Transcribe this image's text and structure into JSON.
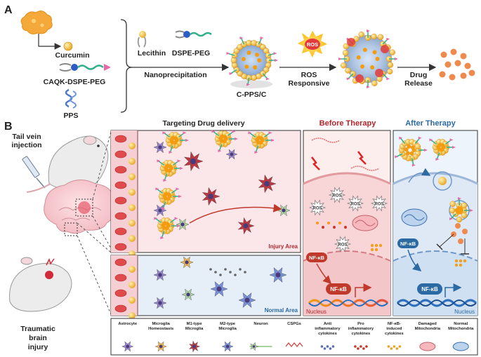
{
  "panel_a": {
    "letter": "A",
    "curcumin": "Curcumin",
    "caqk": "CAQK-DSPE-PEG",
    "pps": "PPS",
    "lecithin": "Lecithin",
    "dspe_peg": "DSPE-PEG",
    "nanoprecip": "Nanoprecipitation",
    "cpps": "C-PPS/C",
    "ros_badge": "ROS",
    "ros_responsive_1": "ROS",
    "ros_responsive_2": "Responsive",
    "drug_release_1": "Drug",
    "drug_release_2": "Release"
  },
  "panel_b": {
    "letter": "B",
    "tail_vein_1": "Tail vein",
    "tail_vein_2": "injection",
    "tbi_1": "Traumatic",
    "tbi_2": "brain",
    "tbi_3": "injury",
    "targeting_title": "Targeting Drug delivery",
    "before_title": "Before Therapy",
    "after_title": "After Therapy",
    "injury_area": "Injury Area",
    "normal_area": "Normal Area",
    "ros": "ROS",
    "nfkb": "NF-κB",
    "nucleus": "Nucleus"
  },
  "legend": [
    {
      "label_1": "Astrocyte",
      "label_2": "",
      "label_3": ""
    },
    {
      "label_1": "Microglia",
      "label_2": "Homeostasis",
      "label_3": ""
    },
    {
      "label_1": "M1-type",
      "label_2": "Microglia",
      "label_3": ""
    },
    {
      "label_1": "M2-type",
      "label_2": "Microglia",
      "label_3": ""
    },
    {
      "label_1": "Neuron",
      "label_2": "",
      "label_3": ""
    },
    {
      "label_1": "CSPGs",
      "label_2": "",
      "label_3": ""
    },
    {
      "label_1": "Anti",
      "label_2": "inflammatory",
      "label_3": "cytokines"
    },
    {
      "label_1": "Pro",
      "label_2": "inflammatory",
      "label_3": "cytokines"
    },
    {
      "label_1": "NF-κB-",
      "label_2": "induced",
      "label_3": "cytokines"
    },
    {
      "label_1": "Damaged",
      "label_2": "Mitochondria",
      "label_3": ""
    },
    {
      "label_1": "Normal",
      "label_2": "Mitochondria",
      "label_3": ""
    }
  ],
  "colors": {
    "curcumin": "#f3a94a",
    "red_title": "#b3262b",
    "blue_title": "#2b6aa3",
    "np_yellow": "#f5c242",
    "injury_bg": "#fbe7ea",
    "normal_bg": "#e6eef8"
  }
}
